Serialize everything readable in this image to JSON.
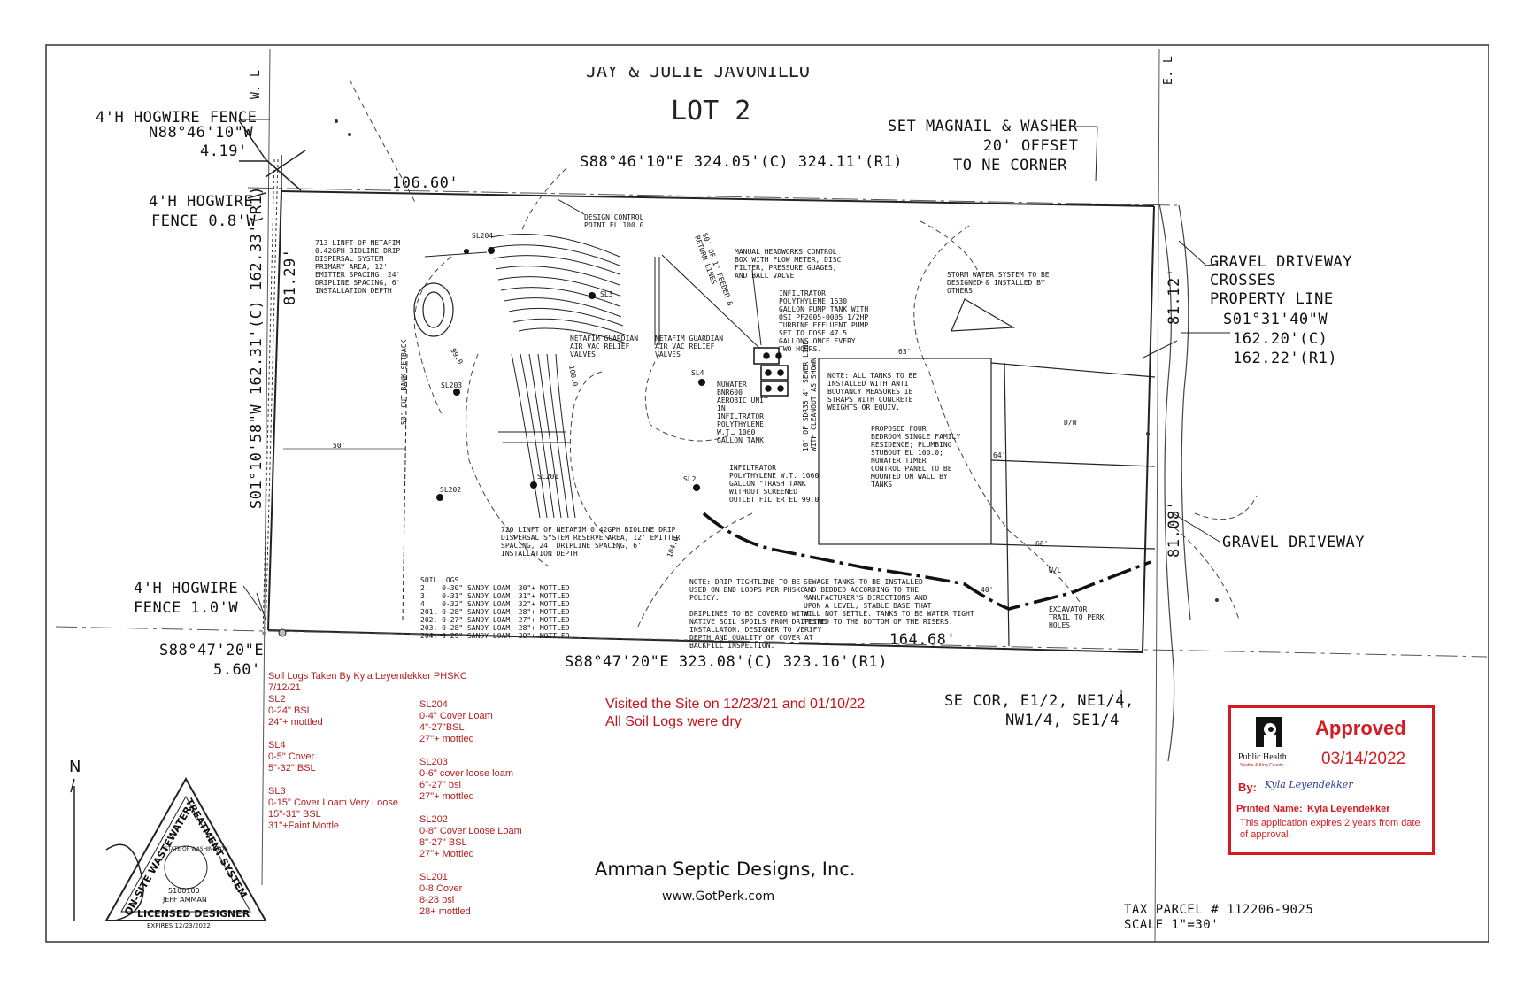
{
  "header": {
    "owner": "JAY & JULIE JAVONILLO",
    "lot": "LOT 2"
  },
  "survey_labels": {
    "fence_nw": "4'H HOGWIRE FENCE",
    "bearing_nw": "N88°46'10\"W",
    "dist_nw": "4.19'",
    "fence_08": "4'H HOGWIRE",
    "fence_08b": "FENCE 0.8'W",
    "north_bearing": "S88°46'10\"E 324.05'(C) 324.11'(R1)",
    "dist_10660": "106.60'",
    "magnail_1": "SET MAGNAIL & WASHER",
    "magnail_2": "20' OFFSET",
    "magnail_3": "TO NE CORNER",
    "west_bearing": "S01°10'58\"W 162.31'(C) 162.33'(R1)",
    "dist_8129": "81.29'",
    "wl_west": "W. L",
    "el_east": "E. L",
    "gravel_1": "GRAVEL DRIVEWAY",
    "gravel_2": "CROSSES",
    "gravel_3": "PROPERTY LINE",
    "east_bearing": "S01°31'40\"W",
    "east_c": "162.20'(C)",
    "east_r": "162.22'(R1)",
    "dist_8112": "81.12'",
    "dist_8108": "81.08'",
    "gravel_drive": "GRAVEL DRIVEWAY",
    "fence_10_a": "4'H HOGWIRE",
    "fence_10_b": "FENCE 1.0'W",
    "sw_bearing": "S88°47'20\"E",
    "sw_dist": "5.60'",
    "dist_16468": "164.68'",
    "south_bearing": "S88°47'20\"E 323.08'(C) 323.16'(R1)",
    "se_cor_1": "SE COR, E1/2, NE1/4,",
    "se_cor_2": "NW1/4, SE1/4",
    "tax_parcel": "TAX PARCEL # 112206-9025",
    "scale": "SCALE 1\"=30'",
    "dim_50": "50'",
    "dim_63": "63'",
    "dim_64": "64'",
    "dim_60": "60'",
    "dim_40": "40'",
    "dw": "D/W",
    "wl": "W/L",
    "setback": "50' CUT BANK SETBACK"
  },
  "notes": {
    "design_control": "DESIGN CONTROL\nPOINT EL 100.0",
    "primary_area": "713 LINFT OF NETAFIM\n0.42GPH BIOLINE DRIP\nDISPERSAL SYSTEM\nPRIMARY AREA, 12'\nEMITTER SPACING, 24'\nDRIPLINE SPACING, 6'\nINSTALLATION DEPTH",
    "headworks": "MANUAL HEADWORKS CONTROL\nBOX WITH FLOW METER, DISC\nFILTER, PRESSURE GUAGES,\nAND BALL VALVE",
    "infiltrator_pump": "INFILTRATOR\nPOLYTHYLENE 1530\nGALLON PUMP TANK WITH\nOSI PF2005-0005 1/2HP\nTURBINE EFFLUENT PUMP\nSET TO DOSE 47.5\nGALLONS ONCE EVERY\nTWO HOURS.",
    "storm_water": "STORM WATER SYSTEM TO BE\nDESIGNED & INSTALLED BY\nOTHERS",
    "feeder": "50' OF 1\" FEEDER &\nRETURN LINES",
    "guardian_left": "NETAFIM GUARDIAN\nAIR VAC RELIEF\nVALVES",
    "guardian_right": "NETAFIM GUARDIAN\nAIR VAC RELIEF\nVALVES",
    "nuwater": "NUWATER\nBNR600\nAEROBIC UNIT\nIN\nINFILTRATOR\nPOLYTHYLENE\nW.T. 1060\nGALLON TANK.",
    "sewer_line": "10' OF SDR35 4\" SEWER LINE\nWITH CLEANOUT AS SHOWN",
    "anti_buoyancy": "NOTE: ALL TANKS TO BE\nINSTALLED WITH ANTI\nBUOYANCY MEASURES IE\nSTRAPS WITH CONCRETE\nWEIGHTS OR EQUIV.",
    "residence": "PROPOSED FOUR\nBEDROOM SINGLE FAMILY\nRESIDENCE; PLUMBING\nSTUBOUT EL 100.0;\nNUWATER TIMER\nCONTROL PANEL TO BE\nMOUNTED ON WALL BY\nTANKS",
    "trash_tank": "INFILTRATOR\nPOLYTHYLENE W.T. 1060\nGALLON \"TRASH TANK\nWITHOUT SCREENED\nOUTLET FILTER EL 99.0",
    "reserve_area": "720 LINFT OF NETAFIM 0.42GPH BIOLINE DRIP\nDISPERSAL SYSTEM RESERVE AREA, 12' EMITTER\nSPACING, 24' DRIPLINE SPACING, 6'\nINSTALLATION DEPTH",
    "soil_logs": "SOIL LOGS\n2.   0-30\" SANDY LOAM, 30\"+ MOTTLED\n3.   0-31\" SANDY LOAM, 31\"+ MOTTLED\n4.   0-32\" SANDY LOAM, 32\"+ MOTTLED\n201. 0-28\" SANDY LOAM, 28\"+ MOTTLED\n202. 0-27\" SANDY LOAM, 27\"+ MOTTLED\n203. 0-28\" SANDY LOAM, 28\"+ MOTTLED\n204. 0-29\" SANDY LOAM, 29\"+ MOTTLED",
    "tightline": "NOTE: DRIP TIGHTLINE TO BE\nUSED ON END LOOPS PER PHSKC\nPOLICY.\n\nDRIPLINES TO BE COVERED WITH\nNATIVE SOIL SPOILS FROM DRIPLINE\nINSTALLATON. DESIGNER TO VERIFY\nDEPTH AND QUALITY OF COVER AT\nBACKFILL INSPECTION.",
    "sewage_tanks": "SEWAGE TANKS TO BE INSTALLED\nAND BEDDED ACCORDING TO THE\nMANUFACTURER'S DIRECTIONS AND\nUPON A LEVEL, STABLE BASE THAT\nWILL NOT SETTLE. TANKS TO BE WATER TIGHT\nTESTED TO THE BOTTOM OF THE RISERS.",
    "excavator": "EXCAVATOR\nTRAIL TO PERK\nHOLES",
    "sl204": "SL204",
    "sl3": "SL3",
    "sl203": "SL203",
    "sl4": "SL4",
    "sl201": "SL201",
    "sl202": "SL202",
    "sl2": "SL2",
    "el990": "99.0",
    "el1000": "100.0",
    "el1040": "104.0"
  },
  "inspector_notes": {
    "col1": "Soil Logs Taken By Kyla Leyendekker PHSKC\n7/12/21\nSL2\n0-24\" BSL\n24\"+ mottled\n\nSL4\n0-5\" Cover\n5\"-32\" BSL\n\nSL3\n0-15\" Cover Loam Very Loose\n15\"-31\" BSL\n31\"+Faint Mottle",
    "col2": "SL204\n0-4\" Cover Loam\n4\"-27\"BSL\n27\"+ mottled\n\nSL203\n0-6\" cover loose loam\n6\"-27\" bsl\n27\"+ mottled\n\nSL202\n0-8\" Cover Loose Loam\n8\"-27\" BSL\n27\"+ Mottled\n\nSL201\n0-8 Cover\n8-28 bsl\n28+ mottled",
    "visited": "Visited the Site on 12/23/21 and 01/10/22\nAll Soil Logs were dry"
  },
  "stamp": {
    "approved": "Approved",
    "date": "03/14/2022",
    "agency": "Public Health",
    "agency_sub": "Seattle & King County",
    "by": "By:",
    "signature": "Kyla Leyendekker",
    "printed_name_label": "Printed Name:",
    "printed_name": "Kyla Leyendekker",
    "expiry": "This application expires 2 years from date of approval."
  },
  "seal": {
    "north": "N",
    "ring_left": "ON-SITE WASTEWATER",
    "ring_right": "TREATMENT SYSTEM",
    "state": "STATE OF WASHINGTON",
    "license_no": "5100100",
    "name": "JEFF AMMAN",
    "title": "LICENSED DESIGNER",
    "expires": "EXPIRES 12/23/2022"
  },
  "footer": {
    "company": "Amman Septic Designs, Inc.",
    "website": "www.GotPerk.com"
  }
}
